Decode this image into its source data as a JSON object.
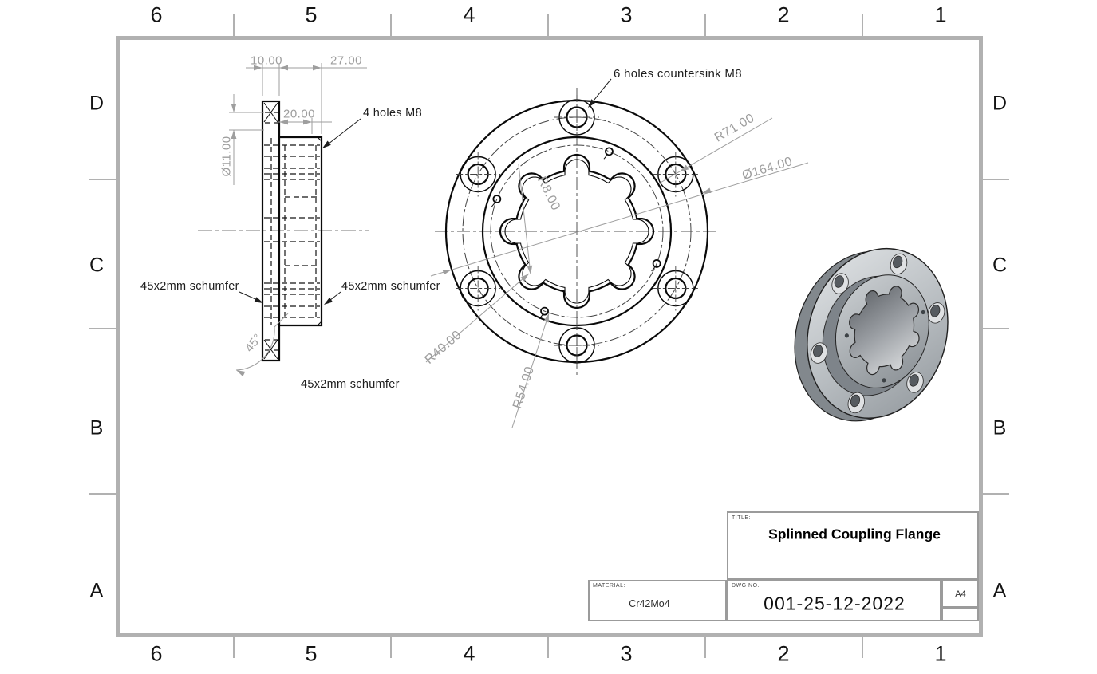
{
  "zones": {
    "cols": [
      "6",
      "5",
      "4",
      "3",
      "2",
      "1"
    ],
    "rows": [
      "D",
      "C",
      "B",
      "A"
    ]
  },
  "side_view": {
    "dim_10": "10.00",
    "dim_27": "27.00",
    "dim_20": "20.00",
    "dim_dia11": "Ø11.00",
    "dim_45": "45°",
    "note_4_holes": "4 holes M8",
    "note_chamfer_left": "45x2mm schumfer",
    "note_chamfer_right": "45x2mm schumfer",
    "note_chamfer_bottom": "45x2mm schumfer"
  },
  "front_view": {
    "note_6_holes": "6 holes countersink M8",
    "dim_r71": "R71.00",
    "dim_dia164": "Ø164.00",
    "dim_r8": "R8.00",
    "dim_r40": "R40.00",
    "dim_r54": "R54.00"
  },
  "title_block": {
    "title_label": "TITLE:",
    "title": "Splinned Coupling Flange",
    "material_label": "MATERIAL:",
    "material": "Cr42Mo4",
    "dwg_label": "DWG NO.",
    "dwg_no": "001-25-12-2022",
    "sheet_size": "A4"
  },
  "colors": {
    "dim": "#9e9e9e",
    "annotation": "#1c1c1c",
    "frame": "#b1b1b1",
    "line": "#0a0a0a"
  }
}
